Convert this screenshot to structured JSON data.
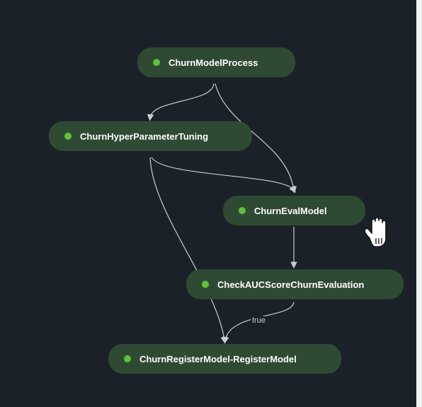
{
  "nodes": [
    {
      "id": "process",
      "label": "ChurnModelProcess",
      "status": "success"
    },
    {
      "id": "tuning",
      "label": "ChurnHyperParameterTuning",
      "status": "success"
    },
    {
      "id": "eval",
      "label": "ChurnEvalModel",
      "status": "success"
    },
    {
      "id": "check",
      "label": "CheckAUCScoreChurnEvaluation",
      "status": "success"
    },
    {
      "id": "register",
      "label": "ChurnRegisterModel-RegisterModel",
      "status": "success"
    }
  ],
  "edges": [
    {
      "from": "process",
      "to": "tuning",
      "label": ""
    },
    {
      "from": "process",
      "to": "eval",
      "label": ""
    },
    {
      "from": "tuning",
      "to": "eval",
      "label": ""
    },
    {
      "from": "tuning",
      "to": "register",
      "label": ""
    },
    {
      "from": "eval",
      "to": "check",
      "label": ""
    },
    {
      "from": "check",
      "to": "register",
      "label": "true"
    }
  ],
  "colors": {
    "background": "#1b2129",
    "node_fill": "#2f4a33",
    "status_success": "#5fc23a",
    "edge": "#c9ced4"
  }
}
